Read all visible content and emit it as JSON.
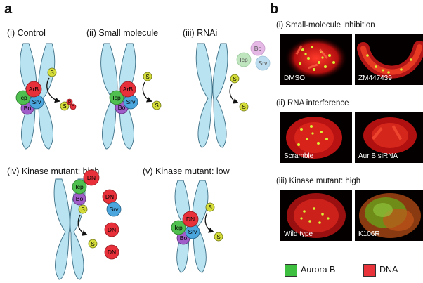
{
  "panel_a": {
    "letter": "a",
    "conditions": [
      {
        "label": "(i) Control"
      },
      {
        "label": "(ii) Small molecule"
      },
      {
        "label": "(iii) RNAi"
      },
      {
        "label": "(iv) Kinase mutant: high"
      },
      {
        "label": "(v) Kinase mutant: low"
      }
    ],
    "proteins": {
      "arb": "ArB",
      "icp": "Icp",
      "srv": "Srv",
      "bo": "Bo",
      "dn": "DN",
      "s": "S",
      "p": "P"
    }
  },
  "panel_b": {
    "letter": "b",
    "sections": [
      {
        "title": "(i) Small-molecule inhibition",
        "images": [
          "DMSO",
          "ZM447439"
        ]
      },
      {
        "title": "(ii) RNA interference",
        "images": [
          "Scramble",
          "Aur B siRNA"
        ]
      },
      {
        "title": "(iii) Kinase mutant: high",
        "images": [
          "Wild type",
          "K106R"
        ]
      }
    ],
    "legend": [
      {
        "label": "Aurora B",
        "color": "#3fbf3f"
      },
      {
        "label": "DNA",
        "color": "#e8333a"
      }
    ]
  },
  "colors": {
    "chromosome": "#b9e3f0",
    "arb": "#e8303a",
    "icp": "#4fbf4f",
    "srv": "#4aa6dd",
    "bo": "#a05cc8",
    "substrate": "#d4dd3a",
    "faded_bo": "#e5b8e6",
    "faded_icp": "#bfe5bf",
    "faded_srv": "#bcdcef"
  }
}
